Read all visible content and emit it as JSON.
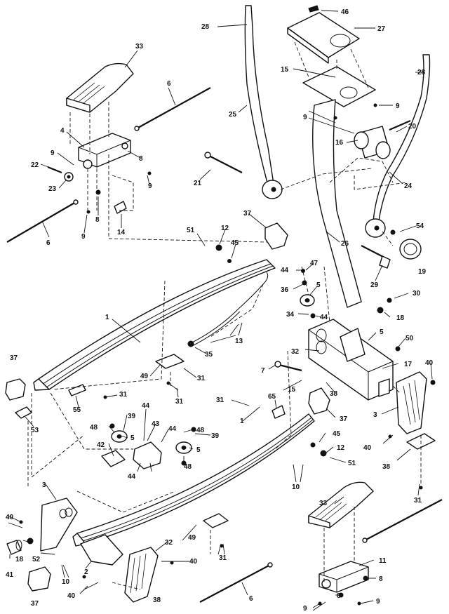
{
  "callouts": [
    {
      "id": "c46",
      "label": "46"
    },
    {
      "id": "c28a",
      "label": "28"
    },
    {
      "id": "c27",
      "label": "27"
    },
    {
      "id": "c33a",
      "label": "33"
    },
    {
      "id": "c6a",
      "label": "6"
    },
    {
      "id": "c15",
      "label": "15"
    },
    {
      "id": "c28b",
      "label": "28"
    },
    {
      "id": "c9a",
      "label": "9"
    },
    {
      "id": "c9b",
      "label": "9"
    },
    {
      "id": "c25",
      "label": "25"
    },
    {
      "id": "c4",
      "label": "4"
    },
    {
      "id": "c8a",
      "label": "8"
    },
    {
      "id": "c9c",
      "label": "9"
    },
    {
      "id": "c22",
      "label": "22"
    },
    {
      "id": "c23",
      "label": "23"
    },
    {
      "id": "c9d",
      "label": "9"
    },
    {
      "id": "c21",
      "label": "21"
    },
    {
      "id": "c16a",
      "label": "16"
    },
    {
      "id": "c20",
      "label": "20"
    },
    {
      "id": "c24",
      "label": "24"
    },
    {
      "id": "c8b",
      "label": "8"
    },
    {
      "id": "c14",
      "label": "14"
    },
    {
      "id": "c9e",
      "label": "9"
    },
    {
      "id": "c6b",
      "label": "6"
    },
    {
      "id": "c37a",
      "label": "37"
    },
    {
      "id": "c51a",
      "label": "51"
    },
    {
      "id": "c12a",
      "label": "12"
    },
    {
      "id": "c45a",
      "label": "45"
    },
    {
      "id": "c54",
      "label": "54"
    },
    {
      "id": "c26",
      "label": "26"
    },
    {
      "id": "c19",
      "label": "19"
    },
    {
      "id": "c44a",
      "label": "44"
    },
    {
      "id": "c47",
      "label": "47"
    },
    {
      "id": "c29",
      "label": "29"
    },
    {
      "id": "c36",
      "label": "36"
    },
    {
      "id": "c5a",
      "label": "5"
    },
    {
      "id": "c30",
      "label": "30"
    },
    {
      "id": "c1a",
      "label": "1"
    },
    {
      "id": "c34",
      "label": "34"
    },
    {
      "id": "c44b",
      "label": "44"
    },
    {
      "id": "c18a",
      "label": "18"
    },
    {
      "id": "c13",
      "label": "13"
    },
    {
      "id": "c5b",
      "label": "5"
    },
    {
      "id": "c32a",
      "label": "32"
    },
    {
      "id": "c50",
      "label": "50"
    },
    {
      "id": "c35",
      "label": "35"
    },
    {
      "id": "c17",
      "label": "17"
    },
    {
      "id": "c37b",
      "label": "37"
    },
    {
      "id": "c7",
      "label": "7"
    },
    {
      "id": "c40a",
      "label": "40"
    },
    {
      "id": "c49a",
      "label": "49"
    },
    {
      "id": "c31a",
      "label": "31"
    },
    {
      "id": "c15b",
      "label": "15"
    },
    {
      "id": "c38a",
      "label": "38"
    },
    {
      "id": "c31b",
      "label": "31"
    },
    {
      "id": "c31c",
      "label": "31"
    },
    {
      "id": "c3a",
      "label": "3"
    },
    {
      "id": "c55",
      "label": "55"
    },
    {
      "id": "c53",
      "label": "53"
    },
    {
      "id": "c31d",
      "label": "31"
    },
    {
      "id": "c65",
      "label": "65"
    },
    {
      "id": "c37c",
      "label": "37"
    },
    {
      "id": "c1b",
      "label": "1"
    },
    {
      "id": "c44c",
      "label": "44"
    },
    {
      "id": "c48a",
      "label": "48"
    },
    {
      "id": "c39a",
      "label": "39"
    },
    {
      "id": "c5c",
      "label": "5"
    },
    {
      "id": "c43",
      "label": "43"
    },
    {
      "id": "c44d",
      "label": "44"
    },
    {
      "id": "c48b",
      "label": "48"
    },
    {
      "id": "c39b",
      "label": "39"
    },
    {
      "id": "c42",
      "label": "42"
    },
    {
      "id": "c5d",
      "label": "5"
    },
    {
      "id": "c44e",
      "label": "44"
    },
    {
      "id": "c48c",
      "label": "48"
    },
    {
      "id": "c45b",
      "label": "45"
    },
    {
      "id": "c12b",
      "label": "12"
    },
    {
      "id": "c40b",
      "label": "40"
    },
    {
      "id": "c51b",
      "label": "51"
    },
    {
      "id": "c38b",
      "label": "38"
    },
    {
      "id": "c10a",
      "label": "10"
    },
    {
      "id": "c31e",
      "label": "31"
    },
    {
      "id": "c3b",
      "label": "3"
    },
    {
      "id": "c33b",
      "label": "33"
    },
    {
      "id": "c40c",
      "label": "40"
    },
    {
      "id": "c18b",
      "label": "18"
    },
    {
      "id": "c52",
      "label": "52"
    },
    {
      "id": "c32b",
      "label": "32"
    },
    {
      "id": "c49b",
      "label": "49"
    },
    {
      "id": "c31f",
      "label": "31"
    },
    {
      "id": "c41",
      "label": "41"
    },
    {
      "id": "c10b",
      "label": "10"
    },
    {
      "id": "c2",
      "label": "2"
    },
    {
      "id": "c40d",
      "label": "40"
    },
    {
      "id": "c6c",
      "label": "6"
    },
    {
      "id": "c11",
      "label": "11"
    },
    {
      "id": "c8c",
      "label": "8"
    },
    {
      "id": "c37d",
      "label": "37"
    },
    {
      "id": "c40e",
      "label": "40"
    },
    {
      "id": "c38c",
      "label": "38"
    },
    {
      "id": "c9f",
      "label": "9"
    },
    {
      "id": "c8d",
      "label": "8"
    },
    {
      "id": "c9g",
      "label": "9"
    }
  ]
}
